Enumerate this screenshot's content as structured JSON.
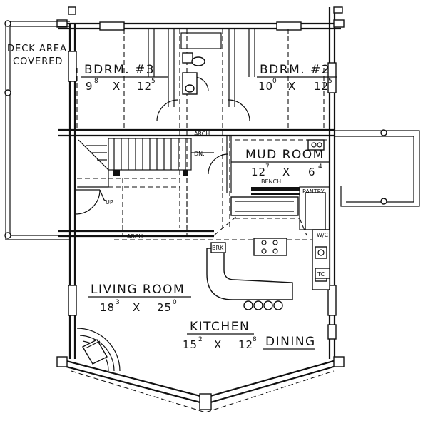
{
  "rooms": {
    "deck": {
      "line1": "DECK AREA",
      "line2": "COVERED"
    },
    "bdrm3": {
      "name": "BDRM. #3",
      "w": "9",
      "w_in": "8",
      "x": "X",
      "l": "12",
      "l_in": "5"
    },
    "bdrm2": {
      "name": "BDRM. #2",
      "w": "10",
      "w_in": "0",
      "x": "X",
      "l": "12",
      "l_in": "5"
    },
    "mud": {
      "name": "MUD ROOM",
      "w": "12",
      "w_in": "7",
      "x": "X",
      "l": "6",
      "l_in": "4"
    },
    "living": {
      "name": "LIVING ROOM",
      "w": "18",
      "w_in": "3",
      "x": "X",
      "l": "25",
      "l_in": "0"
    },
    "kitchen": {
      "name": "KITCHEN",
      "w": "15",
      "w_in": "2",
      "x": "X",
      "l": "12",
      "l_in": "8"
    },
    "dining": {
      "name": "DINING"
    }
  },
  "notes": {
    "arch_upper": "ARCH",
    "arch_lower": "ARCH",
    "dn": "DN.",
    "up": "UP",
    "bench": "BENCH",
    "pantry": "PANTRY",
    "wc": "W/C",
    "brk": "BRK",
    "tc": "TC"
  }
}
